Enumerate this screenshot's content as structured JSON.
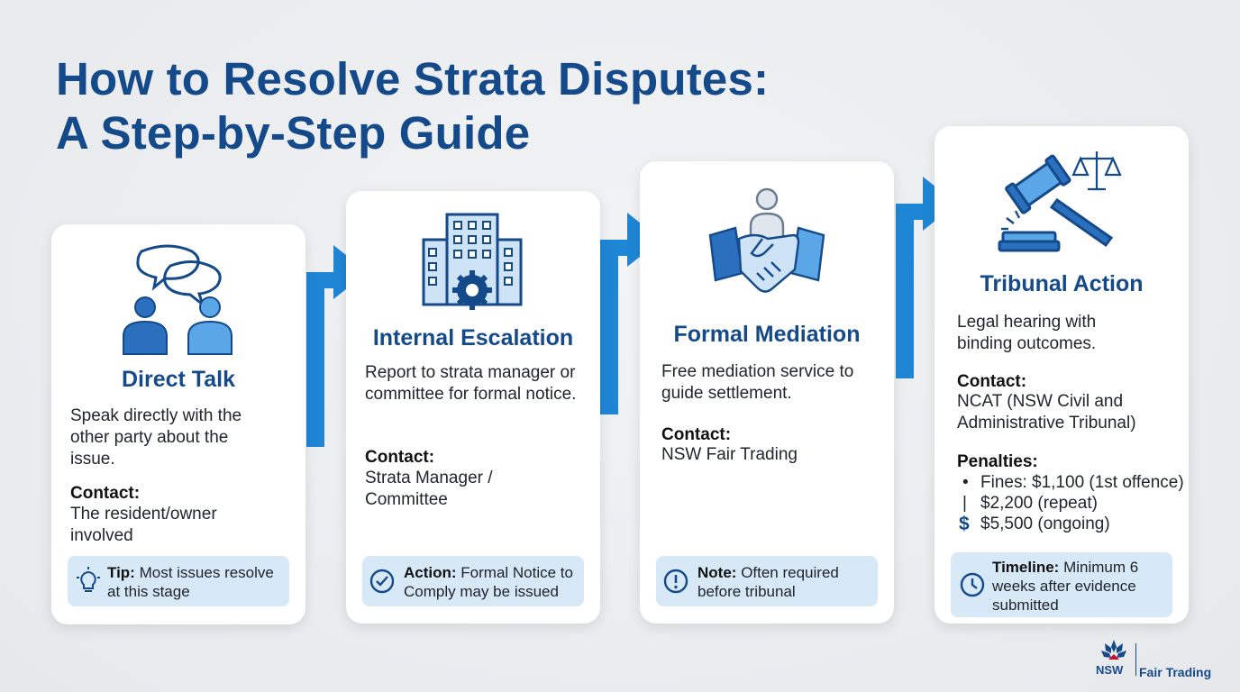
{
  "title": {
    "line1": "How to Resolve Strata Disputes:",
    "line2": "A Step-by-Step Guide"
  },
  "steps": [
    {
      "heading": "Direct Talk",
      "icon": "conversation-people-icon",
      "description": "Speak directly with the other party about the issue.",
      "contact_label": "Contact:",
      "contact_value": "The resident/owner involved",
      "callout_icon": "lightbulb-icon",
      "callout_label": "Tip:",
      "callout_text": "Most issues resolve at this stage"
    },
    {
      "heading": "Internal Escalation",
      "icon": "building-gear-icon",
      "description": "Report to strata manager or committee for formal notice.",
      "contact_label": "Contact:",
      "contact_value": "Strata Manager / Committee",
      "callout_icon": "check-circle-icon",
      "callout_label": "Action:",
      "callout_text": "Formal Notice to Comply may be issued"
    },
    {
      "heading": "Formal Mediation",
      "icon": "handshake-mediator-icon",
      "description": "Free mediation service to guide settlement.",
      "contact_label": "Contact:",
      "contact_value": "NSW Fair Trading",
      "callout_icon": "exclamation-circle-icon",
      "callout_label": "Note:",
      "callout_text": "Often required before tribunal"
    },
    {
      "heading": "Tribunal Action",
      "icon": "gavel-scales-icon",
      "description": "Legal hearing with binding outcomes.",
      "contact_label": "Contact:",
      "contact_value": "NCAT (NSW Civil and Administrative Tribunal)",
      "penalties_label": "Penalties:",
      "penalties": [
        {
          "marker": "•",
          "text": "Fines: $1,100 (1st offence)"
        },
        {
          "marker": "|",
          "text": "$2,200 (repeat)"
        },
        {
          "marker": "$",
          "text": "$5,500 (ongoing)"
        }
      ],
      "callout_icon": "clock-icon",
      "callout_label": "Timeline:",
      "callout_text": "Minimum 6 weeks after evidence submitted"
    }
  ],
  "brand": {
    "logo_icon": "nsw-waratah-logo-icon",
    "logo_text": "NSW",
    "name": "Fair Trading"
  },
  "colors": {
    "heading": "#154a8a",
    "arrow": "#1f86d6",
    "callout_bg": "#d7e9f7",
    "icon_blue": "#2b6fbf",
    "icon_light": "#5aa6e6"
  }
}
